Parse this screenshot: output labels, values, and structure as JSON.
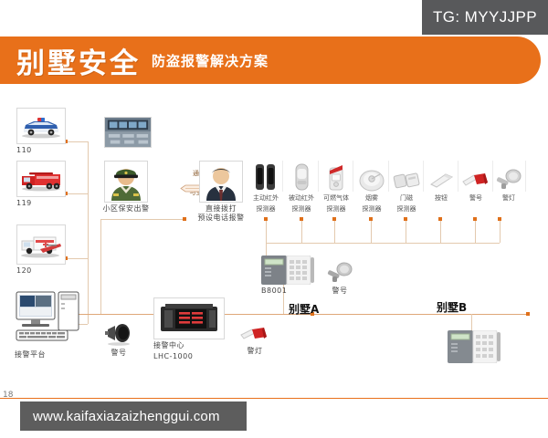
{
  "badge": {
    "text": "TG: MYYJJPP"
  },
  "header": {
    "title": "别墅安全",
    "subtitle": "防盗报警解决方案",
    "bg_color": "#e8701a"
  },
  "emergency_services": [
    {
      "label": "110",
      "icon": "police-car-icon"
    },
    {
      "label": "119",
      "icon": "fire-truck-icon"
    },
    {
      "label": "120",
      "icon": "ambulance-icon"
    }
  ],
  "monitoring": {
    "platform_label": "接警平台",
    "platform_icon": "desktop-computer-icon",
    "center_label": "接警中心",
    "center_model": "LHC-1000",
    "center_icon": "alarm-receiver-icon",
    "horn_label": "警号",
    "horn_icon": "horn-speaker-icon"
  },
  "control_room": {
    "icon": "control-room-photo"
  },
  "people": {
    "guard": {
      "label": "小区保安出警",
      "icon": "security-guard-icon"
    },
    "owner": {
      "label_line1": "直接拨打",
      "label_line2": "预设电话报警",
      "icon": "owner-person-icon"
    }
  },
  "arrows": {
    "top_label": "通知保安",
    "bottom_label": "与业主沟通"
  },
  "sensors": [
    {
      "label_line1": "主动红外",
      "label_line2": "探测器",
      "icon": "active-infrared-detector-icon"
    },
    {
      "label_line1": "被动红外",
      "label_line2": "探测器",
      "icon": "passive-infrared-detector-icon"
    },
    {
      "label_line1": "可燃气体",
      "label_line2": "探测器",
      "icon": "gas-detector-icon"
    },
    {
      "label_line1": "烟雾",
      "label_line2": "探测器",
      "icon": "smoke-detector-icon"
    },
    {
      "label_line1": "门磁",
      "label_line2": "探测器",
      "icon": "door-magnetic-contact-icon"
    },
    {
      "label_line1": "按钮",
      "label_line2": "",
      "icon": "panic-button-icon"
    },
    {
      "label_line1": "警号",
      "label_line2": "",
      "icon": "siren-horn-icon"
    },
    {
      "label_line1": "警灯",
      "label_line2": "",
      "icon": "strobe-light-icon"
    }
  ],
  "villa_a": {
    "title": "别墅A",
    "panel_label": "B8001",
    "panel_icon": "alarm-control-panel-icon",
    "siren_label": "警号",
    "siren_icon": "strobe-siren-icon"
  },
  "villa_b": {
    "title": "别墅B",
    "panel_icon": "alarm-control-panel-icon"
  },
  "bottom_siren": {
    "label": "警灯",
    "icon": "strobe-siren-icon"
  },
  "footer": {
    "page_number": "18",
    "watermark": "www.kaifaxiazaizhenggui.com"
  }
}
